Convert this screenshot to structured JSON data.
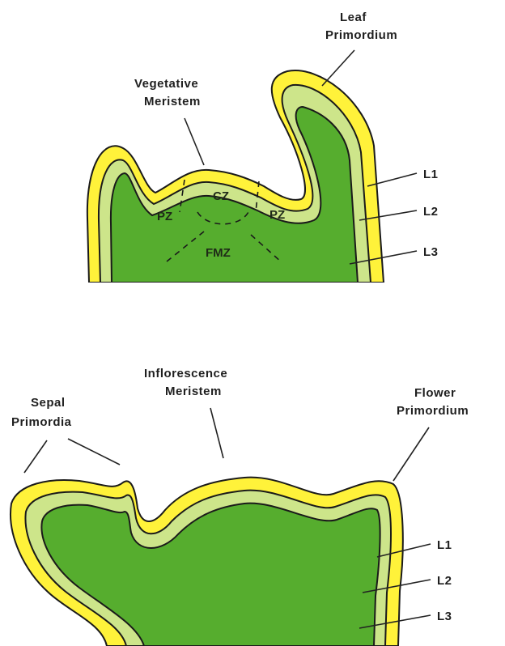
{
  "colors": {
    "l1": "#fff23a",
    "l2": "#cde58a",
    "l3": "#56ad2e",
    "outline": "#1a1a1a"
  },
  "vegetative": {
    "leaf_primordium": [
      "Leaf",
      "Primordium"
    ],
    "meristem": [
      "Vegetative",
      "Meristem"
    ],
    "zones": {
      "cz": "CZ",
      "pz_left": "PZ",
      "pz_right": "PZ",
      "fmz": "FMZ"
    },
    "layers": [
      "L1",
      "L2",
      "L3"
    ]
  },
  "inflorescence": {
    "sepal_primordia": [
      "Sepal",
      "Primordia"
    ],
    "meristem": [
      "Inflorescence",
      "Meristem"
    ],
    "flower_primordium": [
      "Flower",
      "Primordium"
    ],
    "layers": [
      "L1",
      "L2",
      "L3"
    ]
  }
}
